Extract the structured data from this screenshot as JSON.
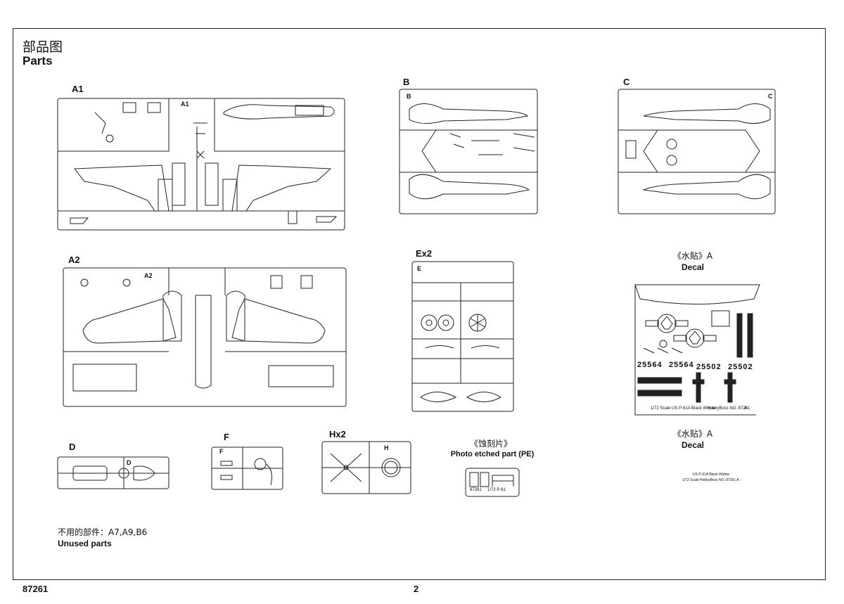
{
  "header": {
    "title_cn": "部品图",
    "title_en": "Parts"
  },
  "sprues": {
    "a1": "A1",
    "b": "B",
    "c": "C",
    "a2": "A2",
    "ex2": "Ex2",
    "d": "D",
    "f": "F",
    "hx2": "Hx2",
    "tag_a1": "A1",
    "tag_a2": "A2",
    "tag_b": "B",
    "tag_c": "C",
    "tag_e": "E",
    "tag_d": "D",
    "tag_f": "F",
    "tag_h": "H"
  },
  "pe": {
    "title_cn": "《蚀刻片》",
    "title_en": "Photo etched part (PE)",
    "code": "87261",
    "caption": "1/72 P-61"
  },
  "decal1": {
    "title_cn": "《水贴》A",
    "title_en": "Decal",
    "serial1": "25564",
    "serial2": "25564",
    "serial3": "25502",
    "serial4": "25502",
    "scale": "1/72 Scale",
    "name": "US P-61A Black Widow",
    "brand": "HobbyBoss NO.:87261",
    "letter": "A"
  },
  "decal2": {
    "title_cn": "《水贴》A",
    "title_en": "Decal",
    "line1": "US P-61A Black Widow",
    "line2": "1/72 Scale HobbyBoss NO.:87261 A"
  },
  "unused": {
    "cn": "不用的部件：A7,A9,B6",
    "en": "Unused parts"
  },
  "footer": {
    "code": "87261",
    "page": "2"
  }
}
